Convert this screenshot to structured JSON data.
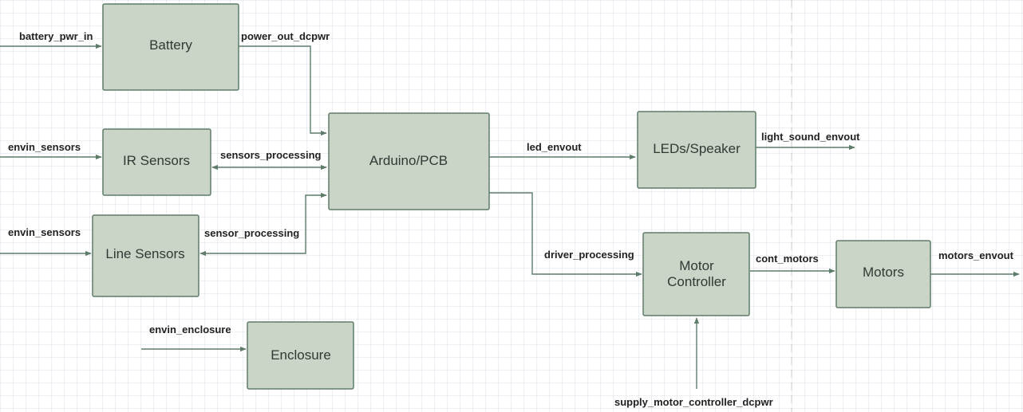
{
  "blocks": {
    "battery": "Battery",
    "ir_sensors": "IR Sensors",
    "line_sensors": "Line Sensors",
    "enclosure": "Enclosure",
    "arduino": "Arduino/PCB",
    "leds_speaker": "LEDs/Speaker",
    "motor_controller_line1": "Motor",
    "motor_controller_line2": "Controller",
    "motors": "Motors"
  },
  "signals": {
    "battery_pwr_in": "battery_pwr_in",
    "power_out_dcpwr": "power_out_dcpwr",
    "envin_sensors_ir": "envin_sensors",
    "sensors_processing": "sensors_processing",
    "envin_sensors_line": "envin_sensors",
    "sensor_processing": "sensor_processing",
    "envin_enclosure": "envin_enclosure",
    "led_envout": "led_envout",
    "light_sound_envout": "light_sound_envout",
    "driver_processing": "driver_processing",
    "cont_motors": "cont_motors",
    "motors_envout": "motors_envout",
    "supply_motor_controller_dcpwr": "supply_motor_controller_dcpwr"
  },
  "colors": {
    "block_fill": "#cad4c7",
    "block_stroke": "#5f7c6b",
    "wire": "#5f7c6b",
    "signal_text": "#222222",
    "block_text": "#2e3a34"
  }
}
